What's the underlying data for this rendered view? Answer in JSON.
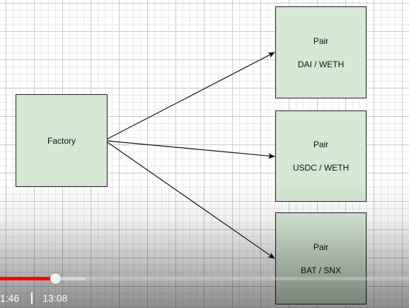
{
  "diagram": {
    "factory": {
      "label": "Factory"
    },
    "pairs": [
      {
        "label": "Pair",
        "tokens": "DAI / WETH"
      },
      {
        "label": "Pair",
        "tokens": "USDC / WETH"
      },
      {
        "label": "Pair",
        "tokens": "BAT / SNX"
      }
    ],
    "edges": [
      {
        "from": "Factory",
        "to": "DAI / WETH"
      },
      {
        "from": "Factory",
        "to": "USDC / WETH"
      },
      {
        "from": "Factory",
        "to": "BAT / SNX"
      }
    ],
    "colors": {
      "node_fill": "#d5e8d4",
      "node_border": "#222222",
      "edge": "#111111"
    }
  },
  "player": {
    "current_time": "1:46",
    "duration": "13:08",
    "played_fraction": 0.1345,
    "buffered_fraction": 0.21,
    "colors": {
      "played": "#ff0000",
      "buffered": "#dcdcdc",
      "handle": "#f2f2f2"
    }
  }
}
